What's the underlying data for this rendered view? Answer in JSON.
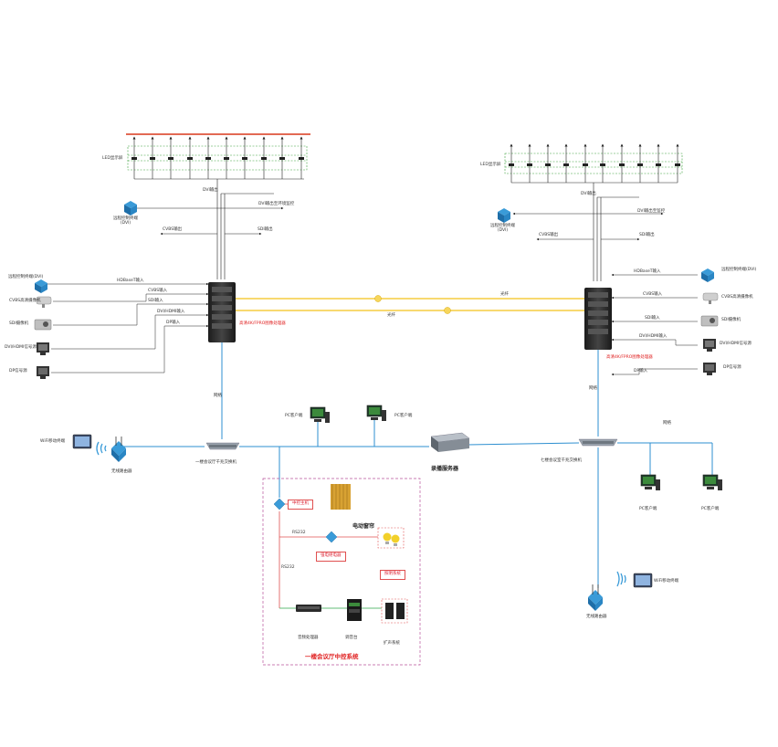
{
  "top_left": {
    "screen_label": "LED显示屏",
    "dvi_out": "DVI输出",
    "dvi_monitor_label": "DVI输出至环境监控",
    "remote_label": "远程控制终端\n(DVI)",
    "cvbs_out": "CVBS输出",
    "sdi_out": "SDI输出"
  },
  "top_right": {
    "screen_label": "LED显示屏",
    "dvi_out": "DVI输出",
    "dvi_monitor_label": "DVI输出至监控",
    "remote_label": "远程控制终端\n(DVI)",
    "cvbs_out": "CVBS输出",
    "sdi_out": "SDI输出"
  },
  "left_sources": [
    {
      "name": "远程控制终端(DVI)",
      "conn": "HDBaseT输入"
    },
    {
      "name": "CVBS高清摄像机",
      "conn": "CVBS输入"
    },
    {
      "name": "SDI摄像机",
      "conn": "SDI输入"
    },
    {
      "name": "DVI/HDMI信号源",
      "conn": "DVI/HDMI输入"
    },
    {
      "name": "DP信号源",
      "conn": "DP输入"
    }
  ],
  "right_sources": [
    {
      "name": "远程控制终端(DVI)",
      "conn": "HDBaseT输入"
    },
    {
      "name": "CVBS高清摄像机",
      "conn": "CVBS输入"
    },
    {
      "name": "SDI摄像机",
      "conn": "SDI输入"
    },
    {
      "name": "DVI/HDMI信号源",
      "conn": "DVI/HDMI输入"
    },
    {
      "name": "DP信号源",
      "conn": "DP输入"
    }
  ],
  "left_processor": "高清4K/FPRO图像处理器",
  "right_processor": "高清4K/FPRO图像处理器",
  "fiber_top": "光纤",
  "fiber_bottom": "光纤",
  "vertical_left": "网络",
  "vertical_right": "网络",
  "left_switch": "一楼会议厅千兆交换机",
  "right_switch": "七楼会议室千兆交换机",
  "server": "录播服务器",
  "pc_label": "PC客户端",
  "wifi_left": "无线路由器",
  "wifi_left_tablet": "WiFi移动终端",
  "wifi_right": "无线路由器",
  "wifi_right_tablet": "WiFi移动终端",
  "right_net": "网络",
  "central": {
    "title": "一楼会议厅中控系统",
    "host": "中控主机",
    "curtain": "电动窗帘",
    "relay": "强电继电器",
    "lighting": "照明系统",
    "line1": "RS232",
    "line2": "RS232",
    "audio_proc": "音频处理器",
    "mixer": "调音台",
    "speakers": "扩声系统"
  },
  "colors": {
    "network": "#2d8fd0",
    "fiber": "#f3c21b",
    "control": "#e05050",
    "panel_dash": "#b8519a",
    "signal": "#222222"
  }
}
